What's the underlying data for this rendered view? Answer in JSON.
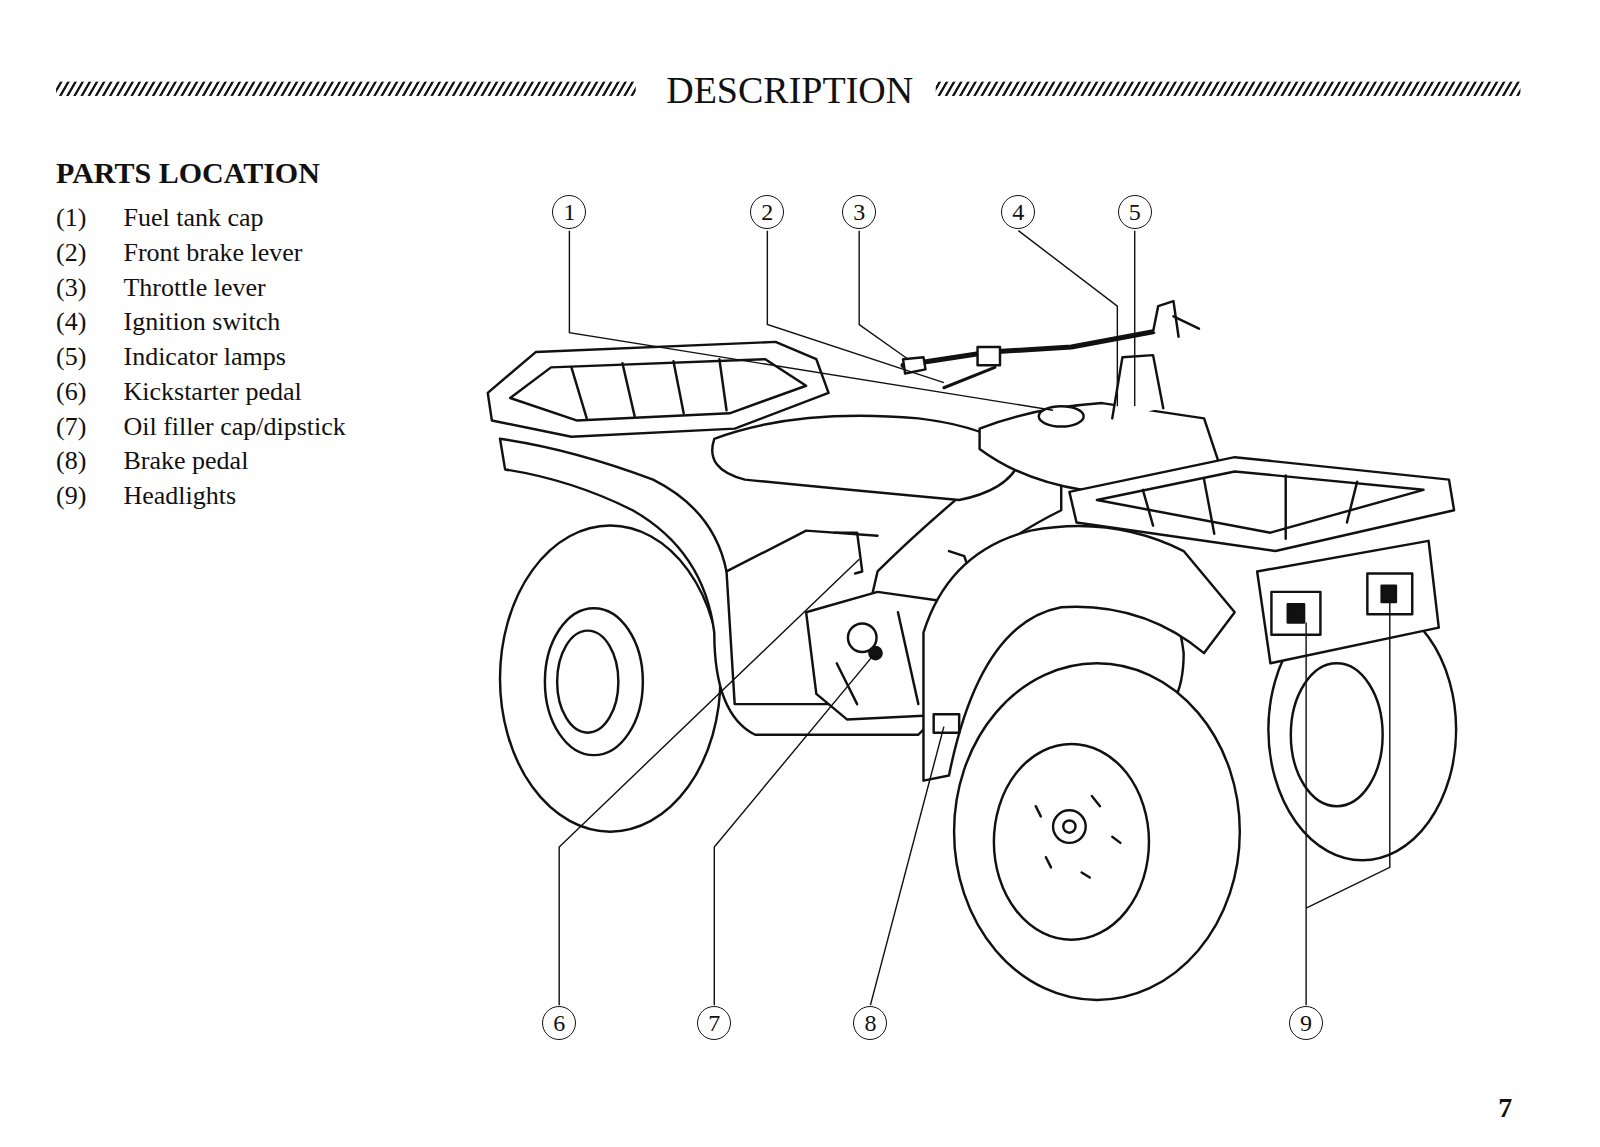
{
  "diagram": {
    "title": "DESCRIPTION",
    "nodes": [
      {
        "text": [
          "1"
        ]
      },
      {
        "text": [
          "2"
        ]
      },
      {
        "text": [
          "3"
        ]
      },
      {
        "text": [
          "4"
        ]
      },
      {
        "text": [
          "5"
        ]
      },
      {
        "text": [
          "6"
        ]
      },
      {
        "text": [
          "7"
        ]
      },
      {
        "text": [
          "8"
        ]
      },
      {
        "text": [
          "9"
        ]
      }
    ],
    "labels": [
      "PARTS LOCATION",
      "(1)",
      "Fuel tank cap",
      "(2)",
      "Front brake lever",
      "(3)",
      "Throttle lever",
      "(4)",
      "Ignition switch",
      "(5)",
      "Indicator lamps",
      "(6)",
      "Kickstarter pedal",
      "(7)",
      "Oil filler cap/dipstick",
      "(8)",
      "Brake pedal",
      "(9)",
      "Headlights",
      "7"
    ]
  }
}
